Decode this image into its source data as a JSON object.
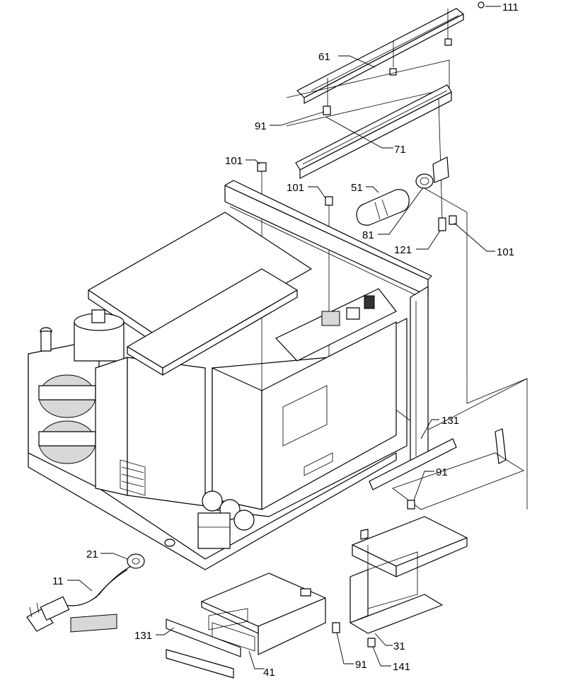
{
  "labels": {
    "l111": "111",
    "l61": "61",
    "l91a": "91",
    "l71": "71",
    "l101a": "101",
    "l101b": "101",
    "l51": "51",
    "l81": "81",
    "l121": "121",
    "l101c": "101",
    "l131a": "131",
    "l91b": "91",
    "l21": "21",
    "l11": "11",
    "l131b": "131",
    "l41": "41",
    "l91c": "91",
    "l31": "31",
    "l141": "141"
  }
}
